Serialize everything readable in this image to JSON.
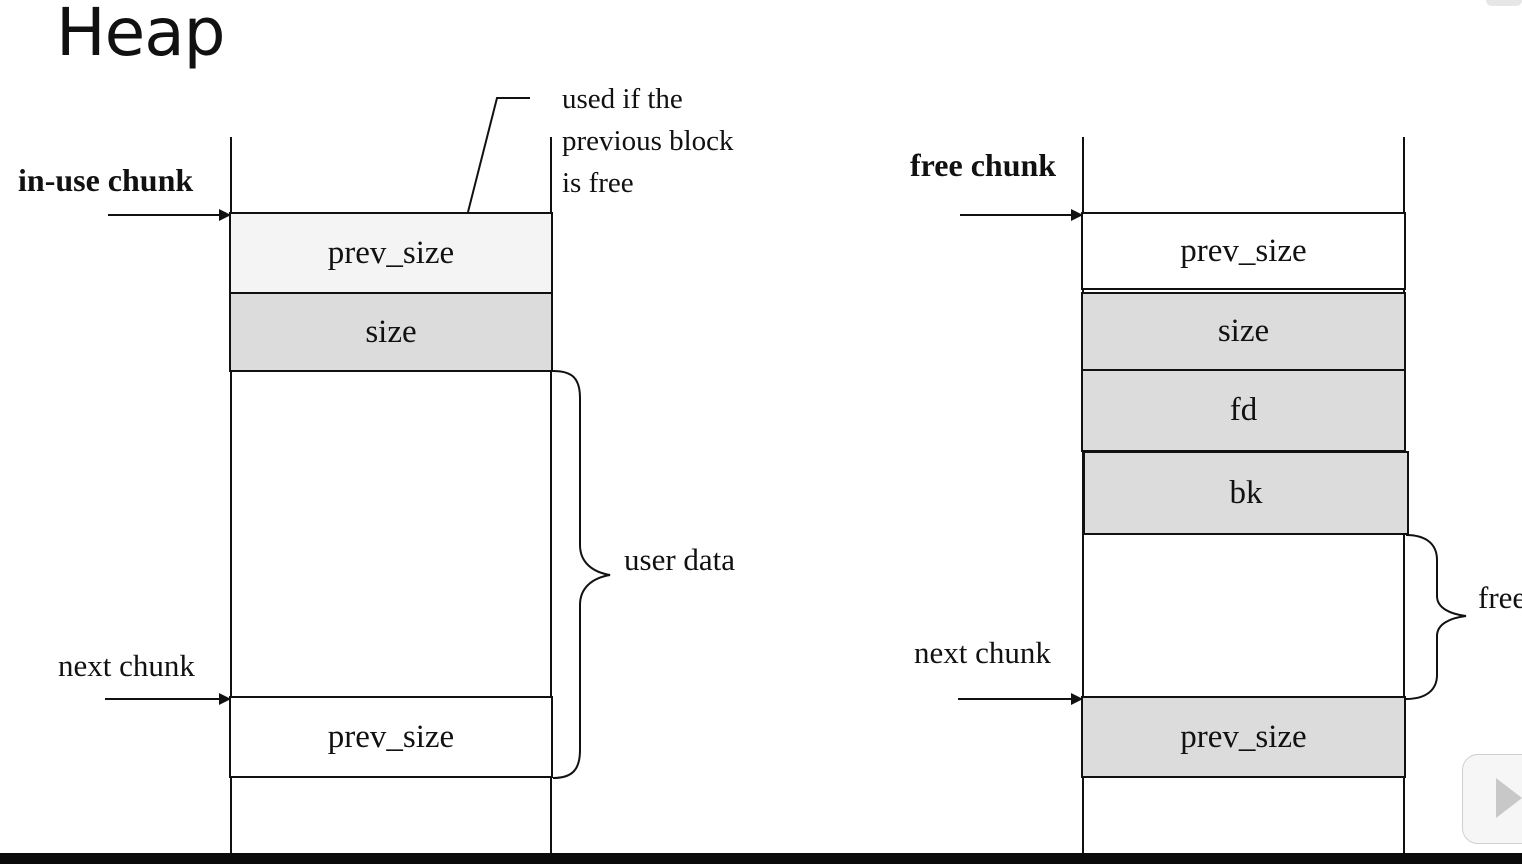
{
  "slide": {
    "title": "Heap"
  },
  "in_use": {
    "header": "in-use chunk",
    "note_lines": [
      "used if the",
      "previous block",
      "is free"
    ],
    "prev_size_label": "prev_size",
    "size_label": "size",
    "brace_label": "user data",
    "next_chunk_label": "next chunk",
    "next_prev_size_label": "prev_size"
  },
  "free": {
    "header": "free chunk",
    "prev_size_label": "prev_size",
    "size_label": "size",
    "fd_label": "fd",
    "bk_label": "bk",
    "brace_label": "free",
    "next_chunk_label": "next chunk",
    "next_prev_size_label": "prev_size"
  }
}
